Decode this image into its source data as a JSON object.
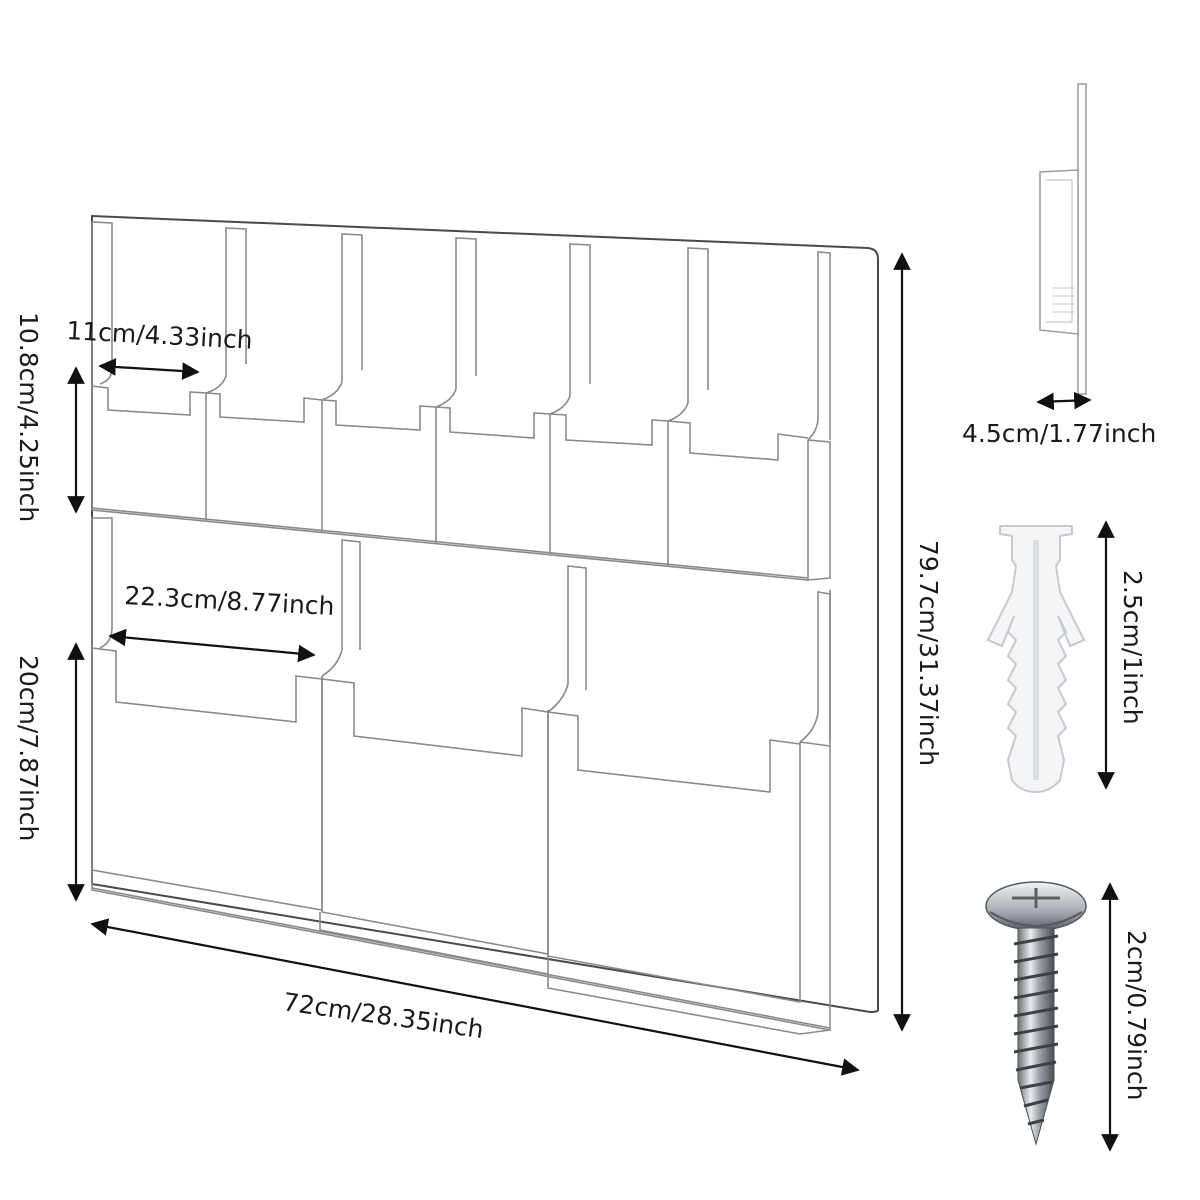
{
  "dimensions": {
    "small_pocket_width": "11cm/4.33inch",
    "small_pocket_height": "10.8cm/4.25inch",
    "large_pocket_width": "22.3cm/8.77inch",
    "large_pocket_height": "20cm/7.87inch",
    "total_width": "72cm/28.35inch",
    "total_height": "79.7cm/31.37inch",
    "depth": "4.5cm/1.77inch",
    "anchor_length": "2.5cm/1inch",
    "screw_length": "2cm/0.79inch"
  }
}
